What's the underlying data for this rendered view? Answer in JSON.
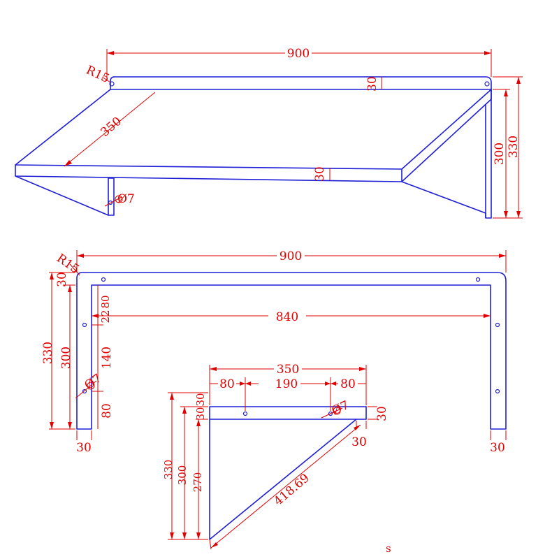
{
  "views": {
    "isometric": {
      "dim_width": "900",
      "dim_depth": "350",
      "dim_height": "300",
      "dim_total_height": "330",
      "dim_thick_back": "30",
      "dim_thick_front": "30",
      "dim_radius": "R15",
      "dim_hole": "Ø7"
    },
    "front": {
      "dim_width": "900",
      "dim_inner": "840",
      "dim_radius": "R15",
      "dim_top_thick": "30",
      "dim_total_height": "330",
      "dim_height": "300",
      "dim_80_top": "80",
      "dim_22": "22",
      "dim_140": "140",
      "dim_80_bottom": "80",
      "dim_hole": "Ø7",
      "dim_leg_left": "30",
      "dim_leg_right": "30"
    },
    "bracket": {
      "dim_depth": "350",
      "dim_80_left": "80",
      "dim_190": "190",
      "dim_80_right": "80",
      "dim_30a": "30",
      "dim_30b": "30",
      "dim_330": "330",
      "dim_300": "300",
      "dim_270": "270",
      "dim_diagonal": "418.69",
      "dim_arm_thick": "30",
      "dim_arm_end": "30",
      "dim_hole": "Ø7",
      "stray_mark": "s"
    }
  }
}
